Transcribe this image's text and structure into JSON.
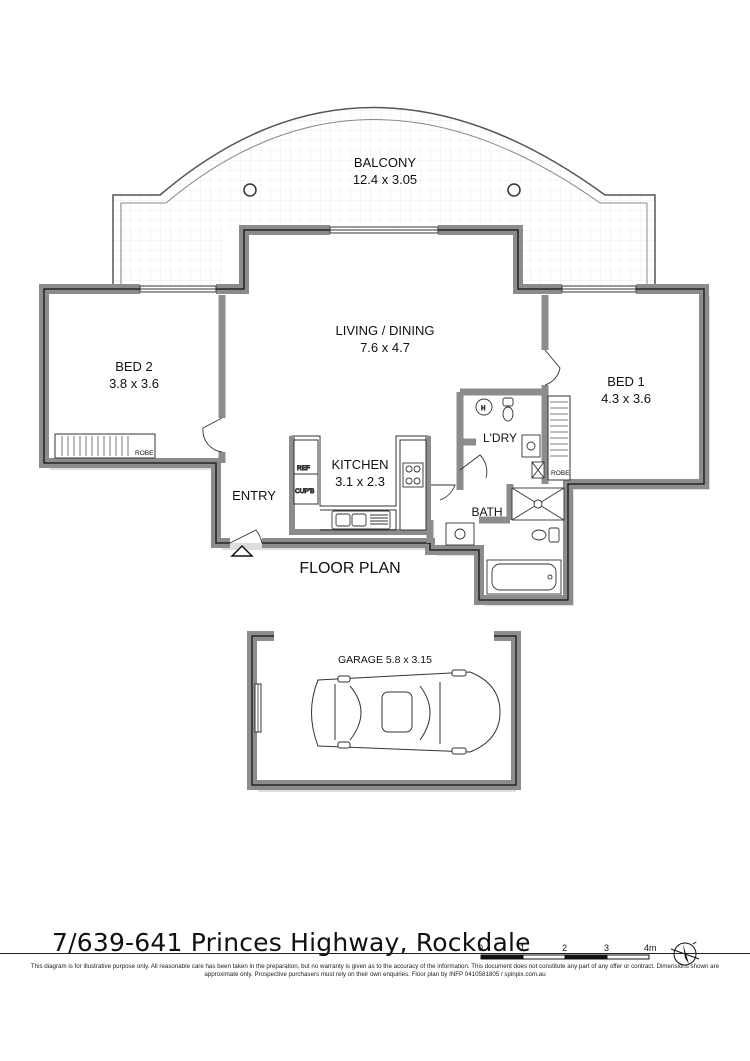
{
  "rooms": {
    "balcony": {
      "name": "BALCONY",
      "dims": "12.4 x 3.05"
    },
    "living": {
      "name": "LIVING / DINING",
      "dims": "7.6 x 4.7"
    },
    "bed2": {
      "name": "BED 2",
      "dims": "3.8 x 3.6"
    },
    "bed1": {
      "name": "BED 1",
      "dims": "4.3 x 3.6"
    },
    "kitchen": {
      "name": "KITCHEN",
      "dims": "3.1 x 2.3"
    },
    "laundry": {
      "name": "L'DRY"
    },
    "bath": {
      "name": "BATH"
    },
    "entry": {
      "name": "ENTRY"
    },
    "garage": {
      "name": "GARAGE 5.8 x 3.15"
    },
    "robe_left": "ROBE",
    "robe_right": "ROBE",
    "ref": "REF",
    "cupboard": "CUP'B"
  },
  "floor_plan_title": "FLOOR PLAN",
  "address": "7/639-641 Princes Highway, Rockdale",
  "scale": {
    "ticks": [
      "0",
      "1",
      "2",
      "3",
      "4m"
    ]
  },
  "disclaimer": "This diagram is for illustrative purpose only. All reasonable care has been taken in the preparation, but no warranty is given as to the accuracy of the information. This document does not constitute any part of any offer or contract. Dimensions shown are approximate only. Prospective purchasers must rely on their own enquiries. Floor plan by INFP 0410581805 / spinpix.com.au",
  "colors": {
    "wall": "#8c8c8c",
    "wall_edge": "#111111",
    "shadow": "#d9d9d9",
    "tile": "#e4e4e4"
  },
  "icons": [
    "compass-icon",
    "car-icon",
    "entry-arrow-icon",
    "sink-icon",
    "toilet-icon",
    "shower-icon",
    "bathtub-icon",
    "cooktop-icon"
  ]
}
